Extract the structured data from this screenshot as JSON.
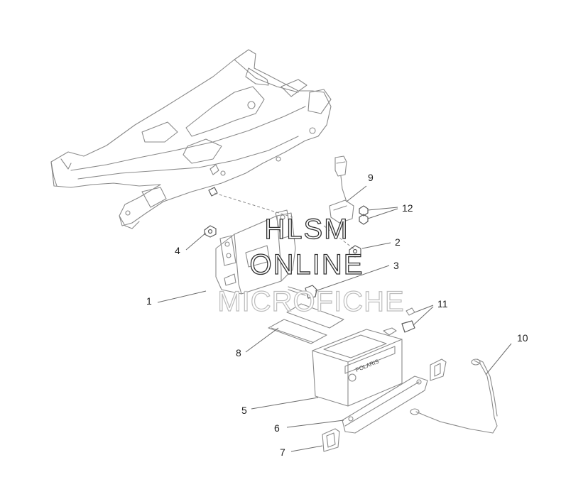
{
  "watermark": {
    "line1": "HLSM",
    "line2": "ONLINE",
    "line3": "MICROFICHE"
  },
  "battery_brand": "POLARIS",
  "callouts": [
    {
      "id": "1",
      "label": "1"
    },
    {
      "id": "2",
      "label": "2"
    },
    {
      "id": "3",
      "label": "3"
    },
    {
      "id": "4",
      "label": "4"
    },
    {
      "id": "5",
      "label": "5"
    },
    {
      "id": "6",
      "label": "6"
    },
    {
      "id": "7",
      "label": "7"
    },
    {
      "id": "8",
      "label": "8"
    },
    {
      "id": "9",
      "label": "9"
    },
    {
      "id": "10",
      "label": "10"
    },
    {
      "id": "11",
      "label": "11"
    },
    {
      "id": "12",
      "label": "12"
    }
  ],
  "colors": {
    "line_art": "#8a8a8a",
    "text": "#222222",
    "background": "#ffffff"
  }
}
